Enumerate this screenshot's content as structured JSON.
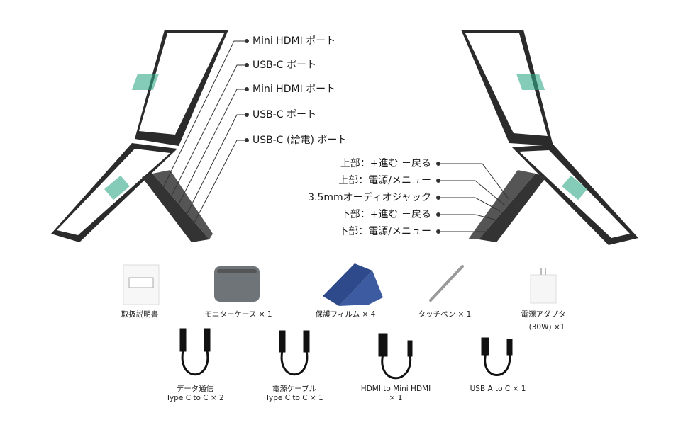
{
  "left_ports": [
    "Mini HDMI ポート",
    "USB-C ポート",
    "Mini HDMI ポート",
    "USB-C ポート",
    "USB-C (給電) ポート"
  ],
  "right_controls": [
    "上部：+進む －戻る",
    "上部：電源/メニュー",
    "3.5mmオーディオジャック",
    "下部：+進む －戻る",
    "下部：電源/メニュー"
  ],
  "accessories": [
    {
      "label": "取扱説明書"
    },
    {
      "label": "モニターケース × 1"
    },
    {
      "label": "保護フィルム × 4"
    },
    {
      "label": "タッチペン × 1"
    },
    {
      "label": "電源アダプタ",
      "label2": "(30W) ×1"
    }
  ],
  "cables": [
    {
      "label": "データ通信",
      "label2": "Type C to C × 2"
    },
    {
      "label": "電源ケーブル",
      "label2": "Type C to C × 1"
    },
    {
      "label": "HDMI to Mini HDMI",
      "label2": "× 1"
    },
    {
      "label": "USB A to C × 1",
      "label2": ""
    }
  ],
  "colors": {
    "frame": "#2b2b2b",
    "screen": "#ffffff",
    "case": "#6f7479",
    "film": "#2f4a8a"
  }
}
